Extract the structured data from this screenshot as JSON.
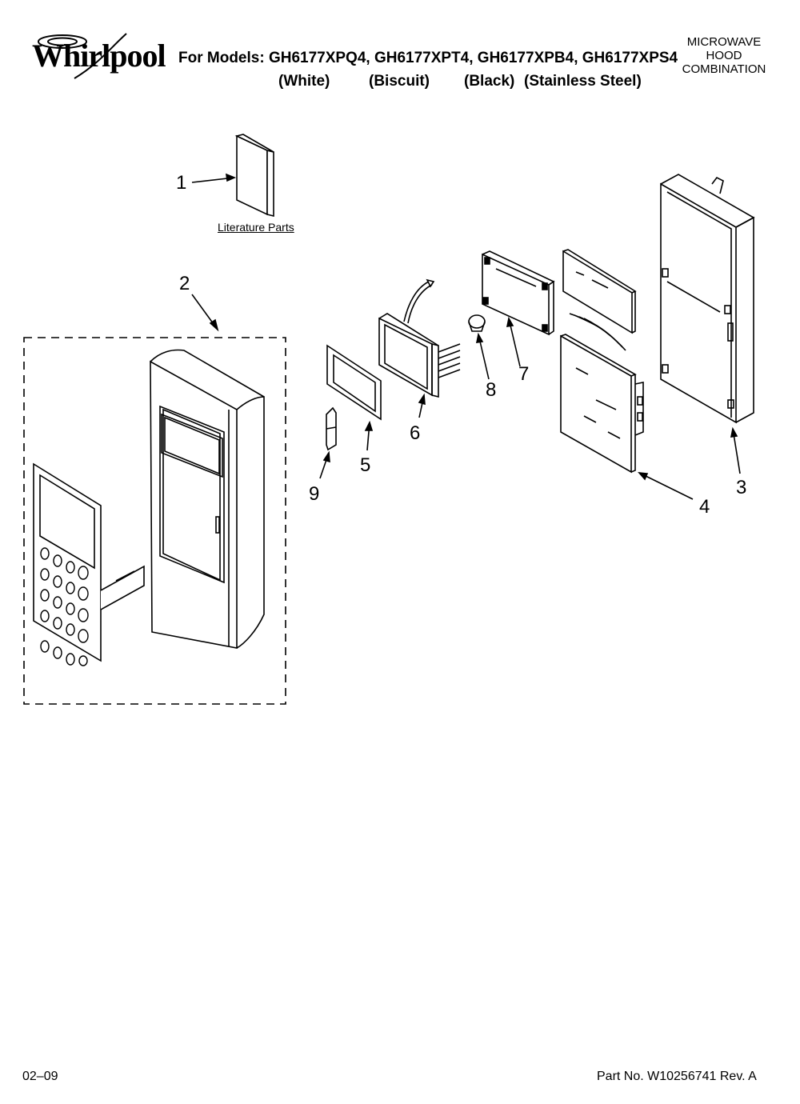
{
  "header": {
    "brand": "Whirlpool",
    "models_line": "For Models: GH6177XPQ4, GH6177XPT4, GH6177XPB4, GH6177XPS4",
    "colors": [
      "(White)",
      "(Biscuit)",
      "(Black)",
      "(Stainless Steel)"
    ],
    "product_type": [
      "MICROWAVE",
      "HOOD",
      "COMBINATION"
    ]
  },
  "labels": {
    "literature": "Literature Parts"
  },
  "callouts": [
    "1",
    "2",
    "3",
    "4",
    "5",
    "6",
    "7",
    "8",
    "9"
  ],
  "footer": {
    "date": "02–09",
    "part_number": "Part No. W10256741 Rev. A"
  }
}
